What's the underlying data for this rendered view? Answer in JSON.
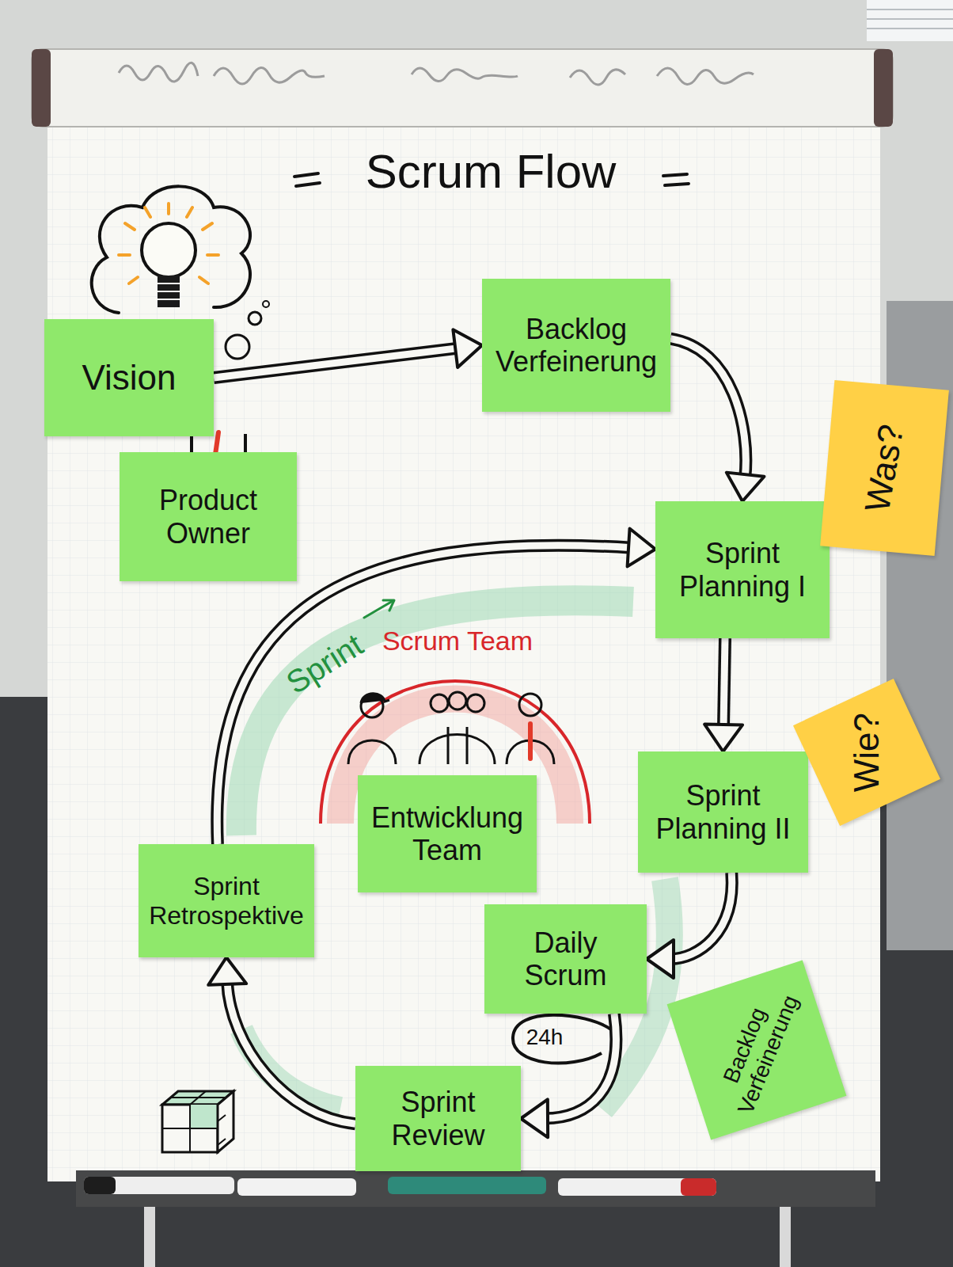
{
  "diagram": {
    "title": "Scrum Flow",
    "nodes": [
      {
        "text": [
          "Vision"
        ]
      },
      {
        "text": [
          "Backlog Verfeinerung"
        ]
      },
      {
        "text": [
          "Product Owner"
        ]
      },
      {
        "text": [
          "Sprint Planning I"
        ]
      },
      {
        "text": [
          "Was?"
        ]
      },
      {
        "text": [
          "Sprint Planning II"
        ]
      },
      {
        "text": [
          "Wie?"
        ]
      },
      {
        "text": [
          "Entwicklung Team"
        ]
      },
      {
        "text": [
          "Sprint Retrospektive"
        ]
      },
      {
        "text": [
          "Daily Scrum"
        ]
      },
      {
        "text": [
          "Backlog Verfeinerung"
        ]
      },
      {
        "text": [
          "Sprint Review"
        ]
      }
    ],
    "edges": [
      {
        "from": 0,
        "to": 1,
        "arrow": "to"
      },
      {
        "from": 1,
        "to": 3,
        "arrow": "to"
      },
      {
        "from": 3,
        "to": 5,
        "arrow": "to"
      },
      {
        "from": 5,
        "to": 9,
        "arrow": "to"
      },
      {
        "from": 9,
        "to": 11,
        "arrow": "to"
      },
      {
        "from": 11,
        "to": 8,
        "arrow": "to"
      },
      {
        "from": 8,
        "to": 3,
        "arrow": "to"
      }
    ],
    "labels": [
      "Sprint",
      "Scrum Team",
      "24h"
    ]
  }
}
